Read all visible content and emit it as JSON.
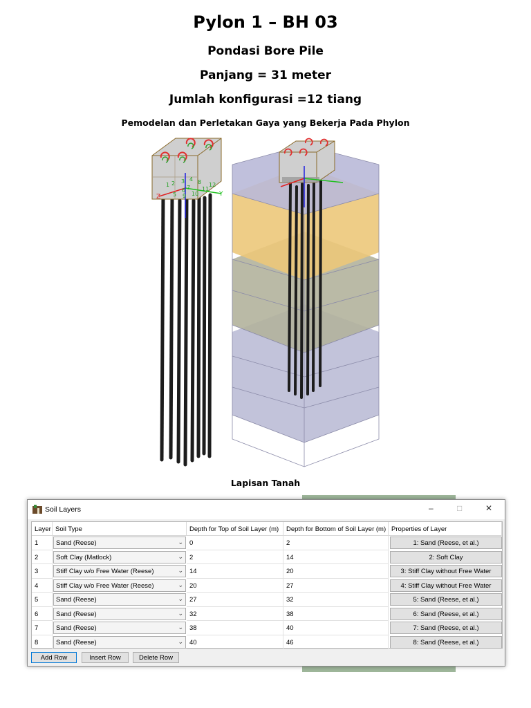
{
  "doc": {
    "title": "Pylon 1 – BH 03",
    "line1": "Pondasi Bore Pile",
    "line2": "Panjang = 31 meter",
    "line3": "Jumlah konfigurasi =12 tiang",
    "line4": "Pemodelan dan Perletakan Gaya yang Bekerja Pada Phylon",
    "caption": "Lapisan Tanah"
  },
  "dialog": {
    "title": "Soil Layers",
    "window_icon": "app-icon",
    "controls": [
      "minimize-icon",
      "maximize-icon",
      "close-icon"
    ],
    "columns": [
      "Layer",
      "Soil Type",
      "Depth for Top of Soil Layer (m)",
      "Depth for Bottom of Soil Layer (m)",
      "Properties of Layer"
    ],
    "rows": [
      {
        "layer": "1",
        "soil_type": "Sand (Reese)",
        "top": "0",
        "bottom": "2",
        "properties": "1: Sand (Reese, et al.)"
      },
      {
        "layer": "2",
        "soil_type": "Soft Clay (Matlock)",
        "top": "2",
        "bottom": "14",
        "properties": "2: Soft Clay"
      },
      {
        "layer": "3",
        "soil_type": "Stiff Clay w/o Free Water (Reese)",
        "top": "14",
        "bottom": "20",
        "properties": "3: Stiff Clay without Free Water"
      },
      {
        "layer": "4",
        "soil_type": "Stiff Clay w/o Free Water (Reese)",
        "top": "20",
        "bottom": "27",
        "properties": "4: Stiff Clay without Free Water"
      },
      {
        "layer": "5",
        "soil_type": "Sand (Reese)",
        "top": "27",
        "bottom": "32",
        "properties": "5: Sand (Reese, et al.)"
      },
      {
        "layer": "6",
        "soil_type": "Sand (Reese)",
        "top": "32",
        "bottom": "38",
        "properties": "6: Sand (Reese, et al.)"
      },
      {
        "layer": "7",
        "soil_type": "Sand (Reese)",
        "top": "38",
        "bottom": "40",
        "properties": "7: Sand (Reese, et al.)"
      },
      {
        "layer": "8",
        "soil_type": "Sand (Reese)",
        "top": "40",
        "bottom": "46",
        "properties": "8: Sand (Reese, et al.)"
      }
    ],
    "buttons": {
      "add": "Add Row",
      "insert": "Insert Row",
      "delete": "Delete Row"
    }
  },
  "model": {
    "left_cap_labels": [
      "1",
      "2",
      "3",
      "4",
      "5",
      "6",
      "7",
      "8",
      "9",
      "10",
      "11",
      "12"
    ],
    "axis_labels": {
      "x": "X",
      "y": "Y",
      "z": "Z"
    },
    "colors": {
      "pile": "#1c1c1c",
      "cap": "#cfcfcf",
      "soil_top": "#b9b9d8",
      "soil_sand": "#ecc87a",
      "soil_clay": "#b2b39c",
      "soil_bottom": "#bbbcd6",
      "axis_x": "#e02020",
      "axis_y": "#20c020",
      "axis_z": "#2020e0"
    }
  }
}
